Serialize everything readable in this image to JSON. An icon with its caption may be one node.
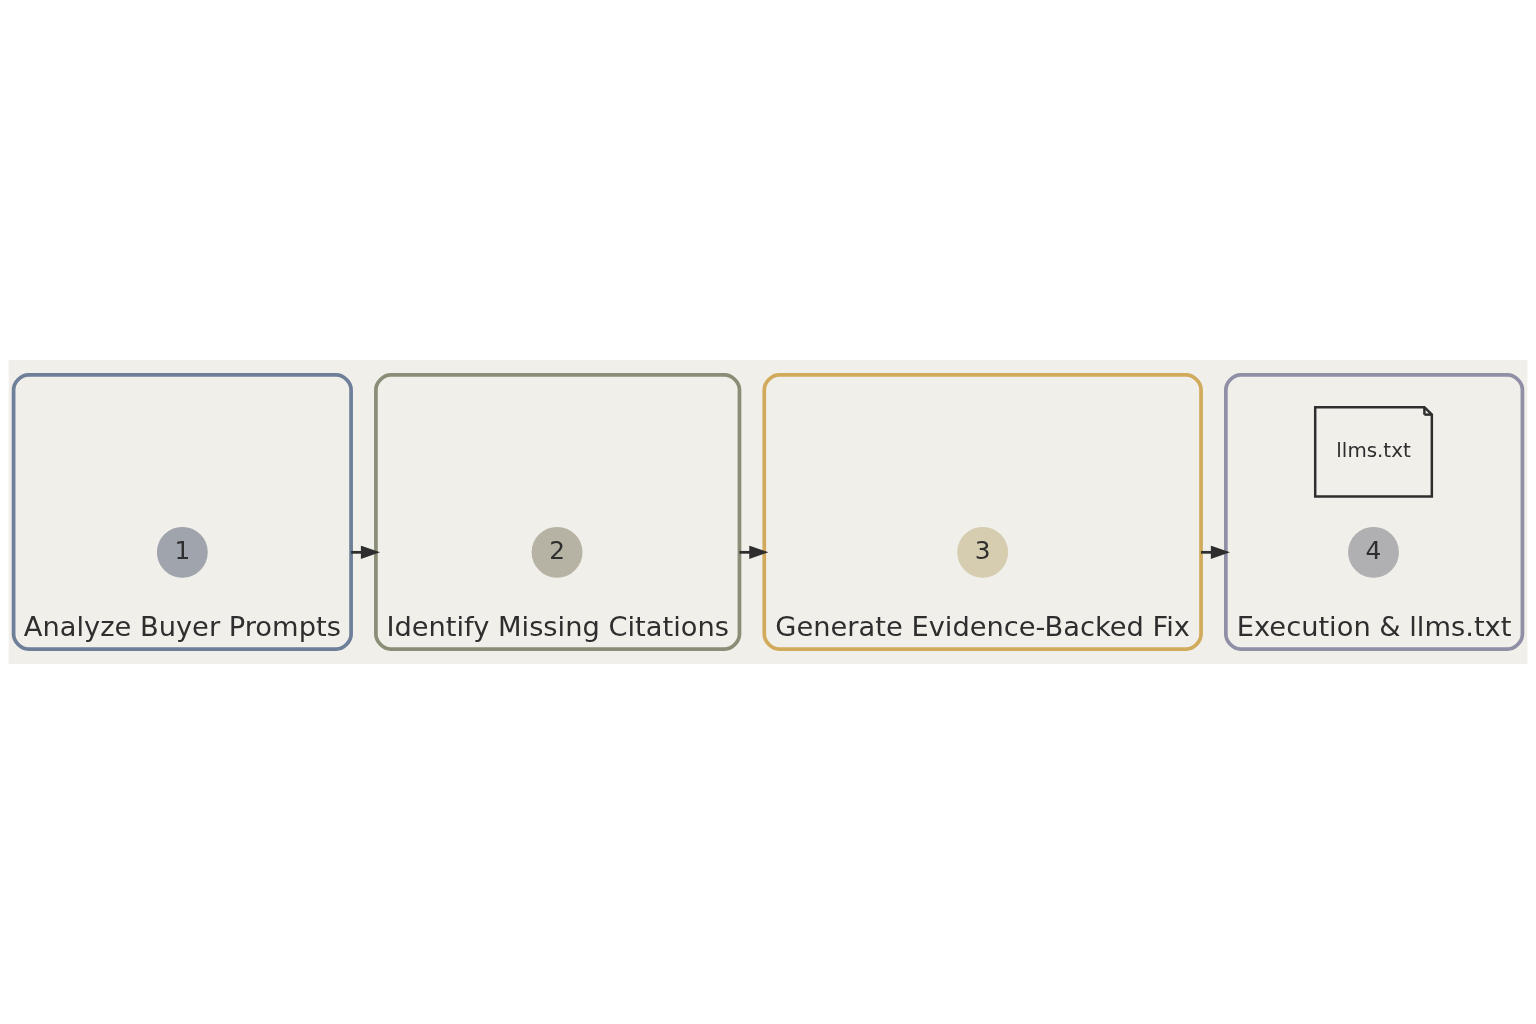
{
  "diagram": {
    "nodes": [
      {
        "text": [
          "Analyze Buyer Prompts"
        ]
      },
      {
        "text": [
          "1"
        ],
        "in": 0
      },
      {
        "text": [
          "Identify Missing Citations"
        ]
      },
      {
        "text": [
          "2"
        ],
        "in": 2
      },
      {
        "text": [
          "Generate Evidence-Backed Fix"
        ]
      },
      {
        "text": [
          "3"
        ],
        "in": 4
      },
      {
        "text": [
          "Execution & llms.txt"
        ]
      },
      {
        "text": [
          "4"
        ],
        "in": 6
      },
      {
        "text": [
          "llms.txt"
        ],
        "in": 6
      }
    ],
    "edges": [
      {
        "from": 0,
        "to": 2,
        "arrow": "to"
      },
      {
        "from": 2,
        "to": 4,
        "arrow": "to"
      },
      {
        "from": 4,
        "to": 6,
        "arrow": "to"
      }
    ]
  }
}
